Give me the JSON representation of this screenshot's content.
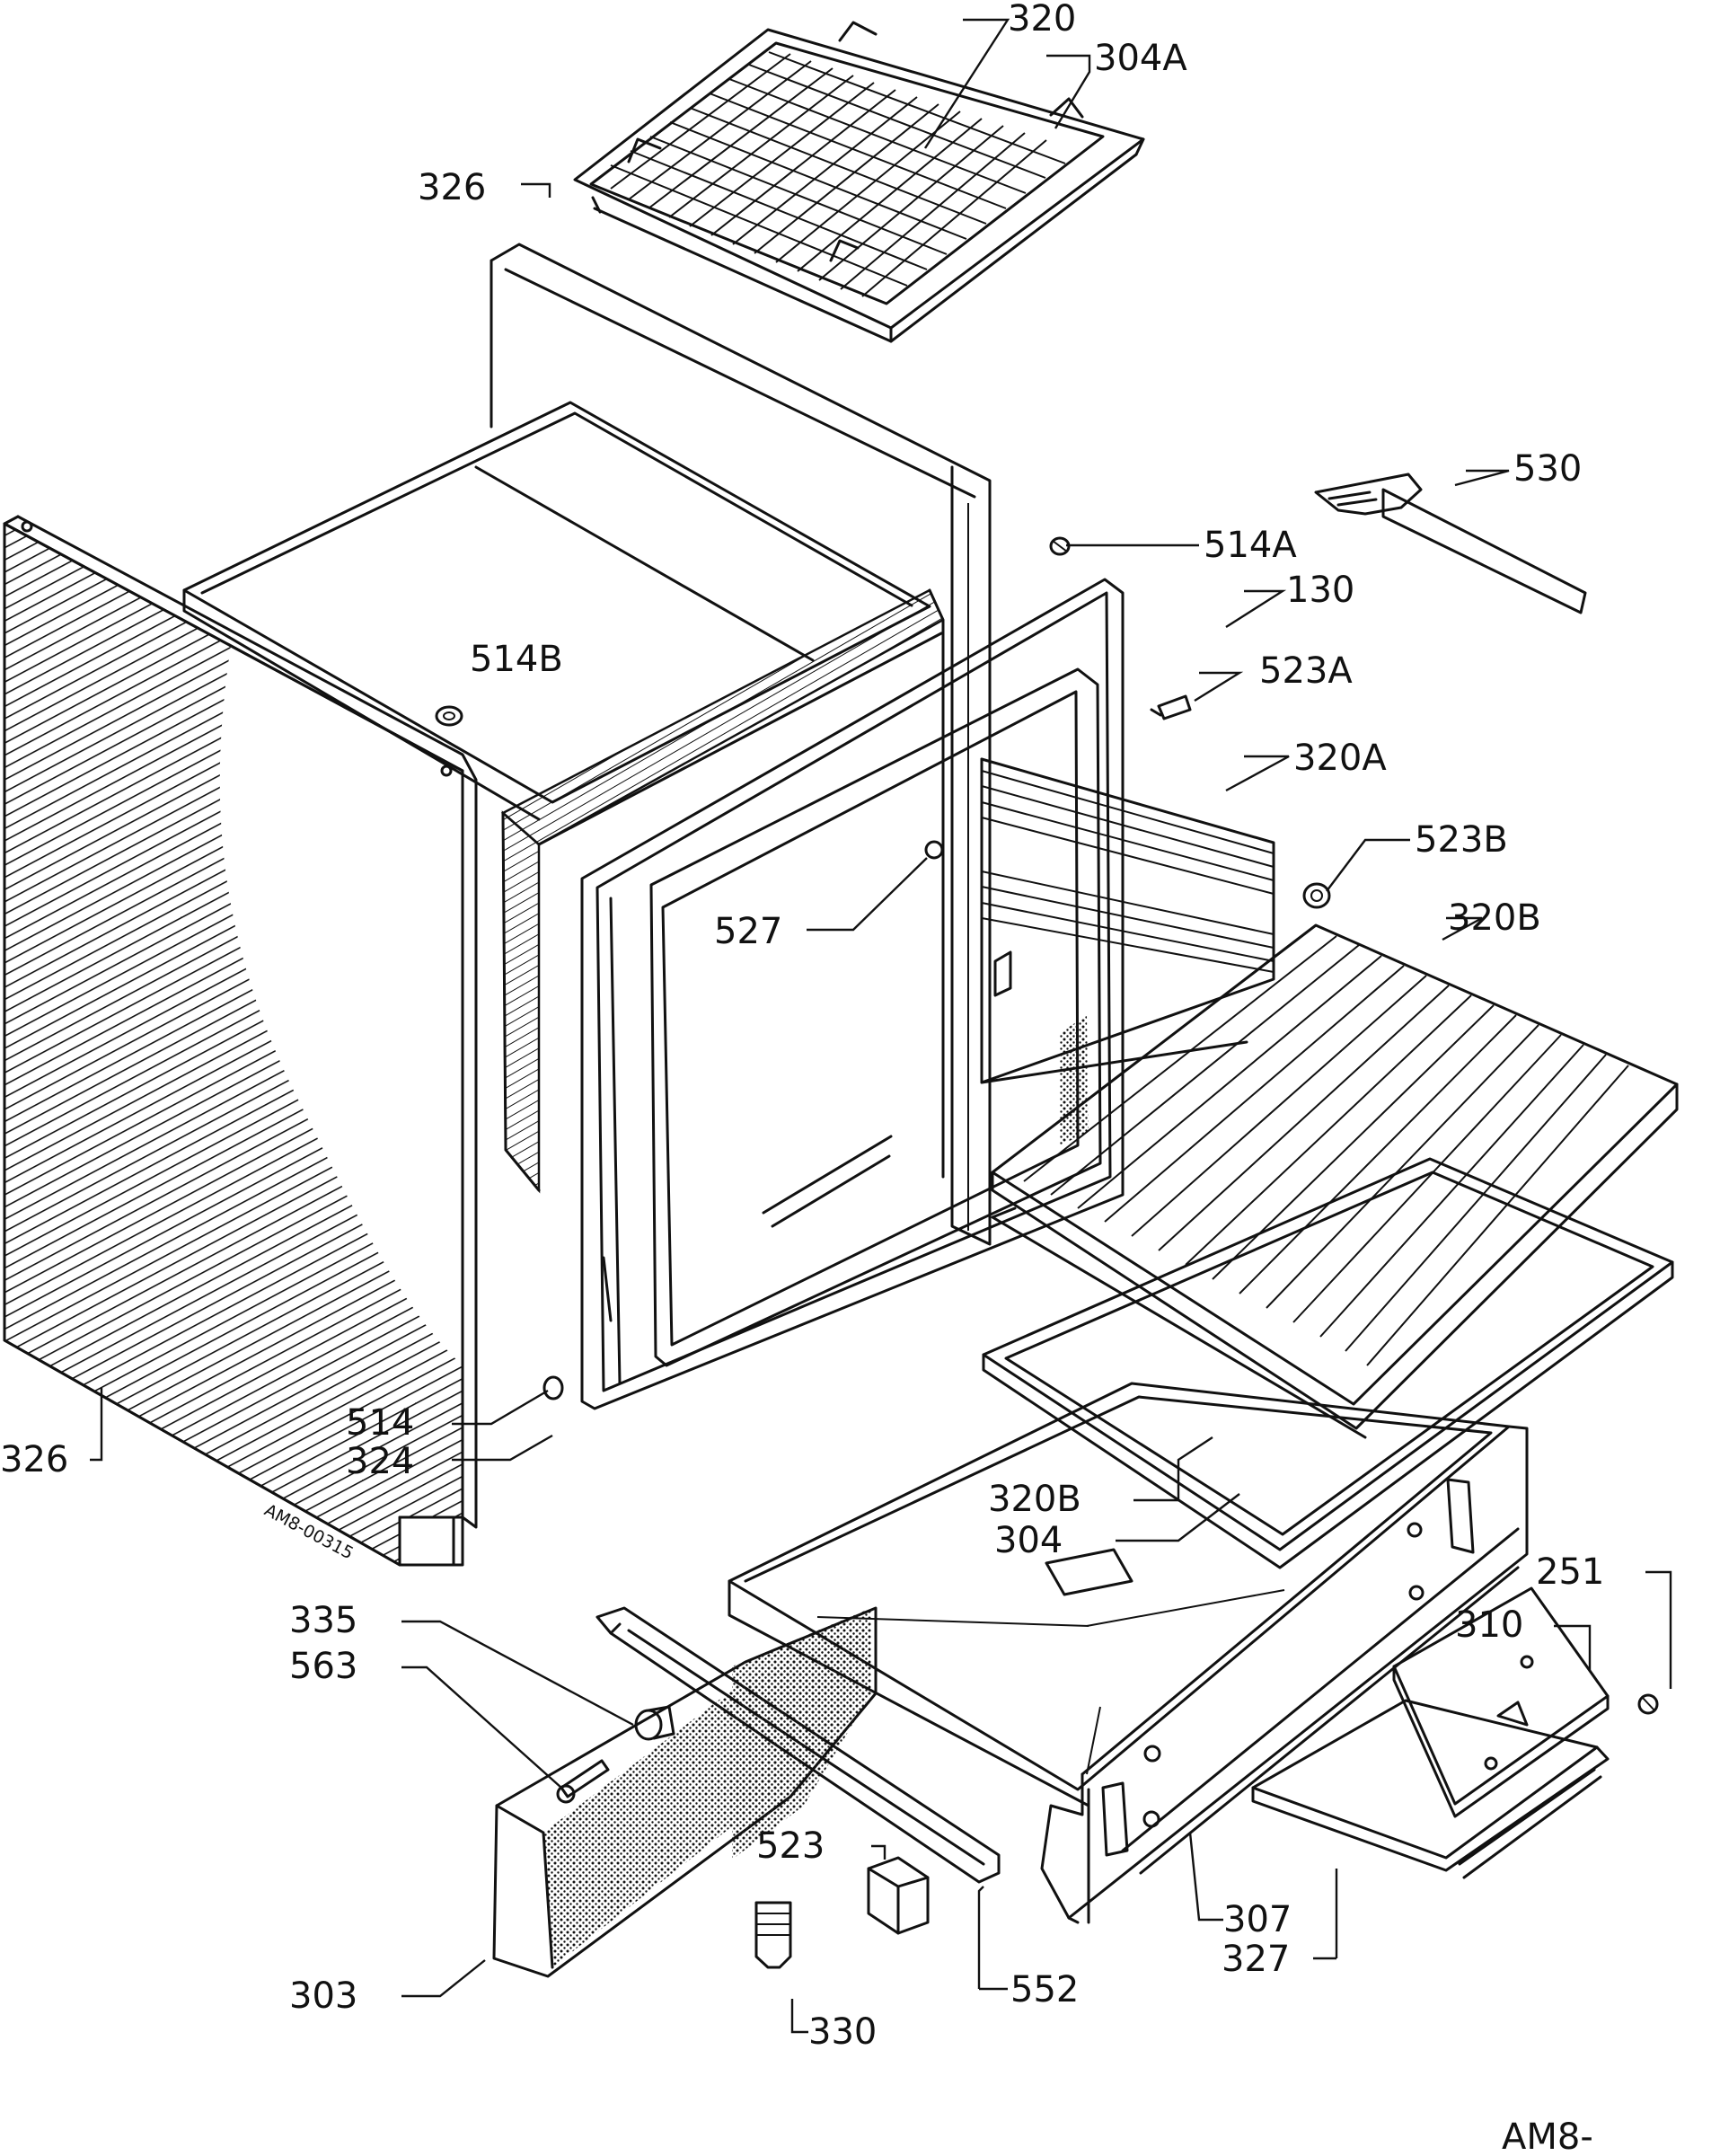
{
  "labels": {
    "l320": "320",
    "l304a": "304A",
    "l326_top": "326",
    "l530": "530",
    "l514a": "514A",
    "l130": "130",
    "l514b": "514B",
    "l523a": "523A",
    "l320a": "320A",
    "l523b": "523B",
    "l527": "527",
    "l320b_top": "320B",
    "l514": "514",
    "l324": "324",
    "l326_left": "326",
    "l320b_bot": "320B",
    "l304": "304",
    "l251": "251",
    "l335": "335",
    "l310": "310",
    "l563": "563",
    "l523": "523",
    "l307": "307",
    "l327": "327",
    "l303": "303",
    "l552": "552",
    "l330": "330"
  },
  "panel_stamp": "AM8-00315",
  "corner_code": "AM8-"
}
